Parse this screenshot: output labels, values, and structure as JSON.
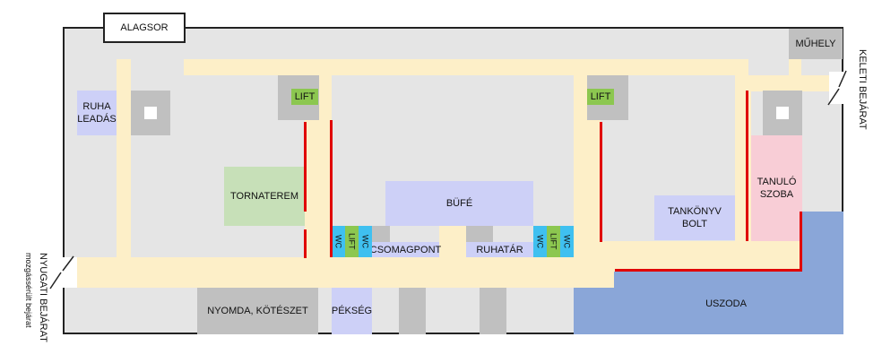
{
  "title": "ALAGSOR",
  "rooms": {
    "muhely": "MŰHELY",
    "ruha_leadas": "RUHA\nLEADÁS",
    "lift_left": "LIFT",
    "lift_right": "LIFT",
    "tornaterem": "TORNATEREM",
    "bufe": "BÜFÉ",
    "tankonyv_bolt": "TANKÖNYV BOLT",
    "tanulo_szoba": "TANULÓ\nSZOBA",
    "csomagpont": "CSOMAGPONT",
    "ruhatar": "RUHATÁR",
    "wc_1": "WC",
    "lift_small_1": "LIFT",
    "wc_2": "WC",
    "wc_3": "WC",
    "lift_small_2": "LIFT",
    "wc_4": "WC",
    "nyomda": "NYOMDA, KÖTÉSZET",
    "pekseg": "PÉKSÉG",
    "uszoda": "USZODA"
  },
  "entrances": {
    "east": "KELETI BEJÁRAT",
    "west": "NYUGATI BEJÁRAT",
    "west_note": "mozgássérült bejárat"
  },
  "colors": {
    "floor": "#e5e5e5",
    "corridor": "#fdefc8",
    "service": "#c0c0c0",
    "lilac": "#cdd0f7",
    "green_room": "#c7e0b8",
    "lift_green": "#8cc750",
    "wc_blue": "#3fc0f0",
    "pink": "#f8cdd6",
    "pool": "#8aa6d8",
    "wall_red": "#e00000"
  }
}
